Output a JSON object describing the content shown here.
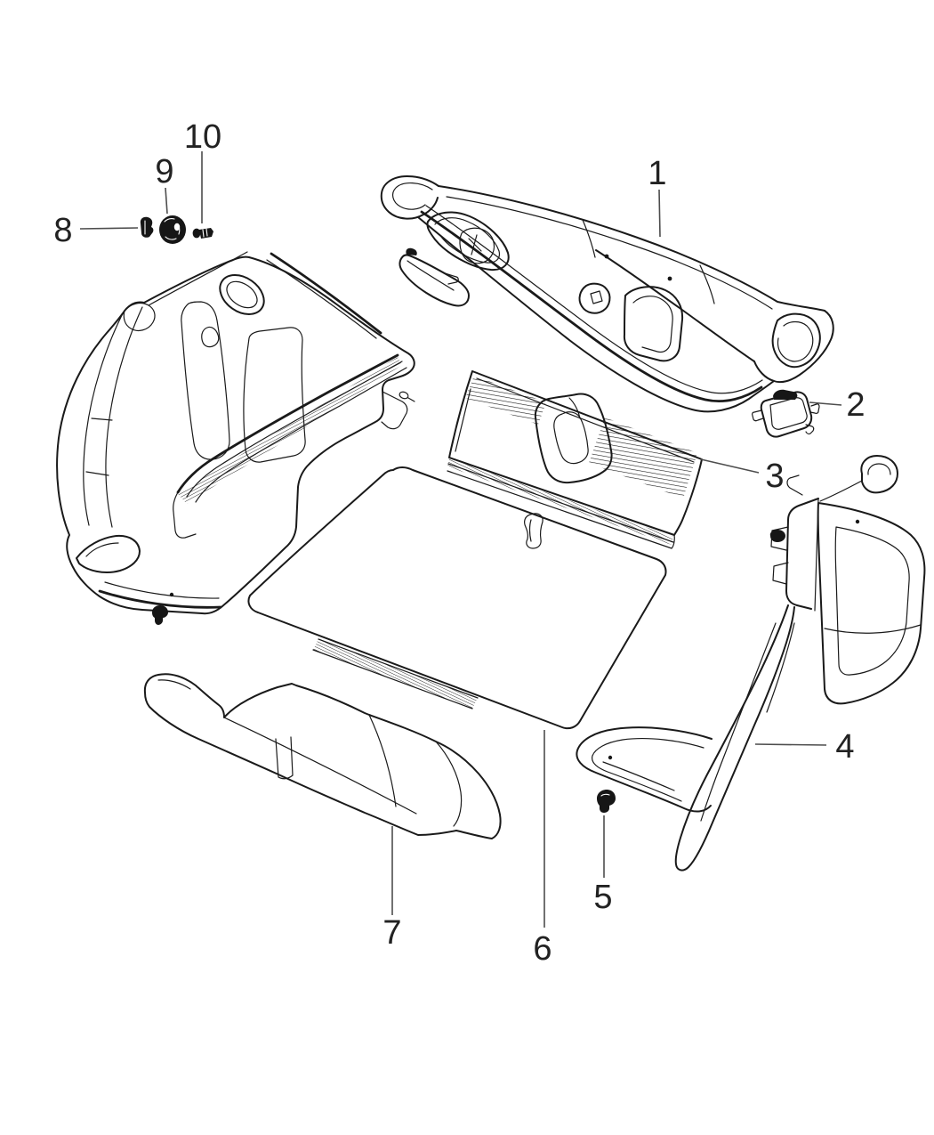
{
  "diagram": {
    "background_color": "#ffffff",
    "line_color": "#1a1a1a",
    "leader_color": "#4d4d4d",
    "callouts": [
      {
        "label": "1",
        "part_name": "trunk-lid-trim-panel"
      },
      {
        "label": "2",
        "part_name": "access-cover"
      },
      {
        "label": "3",
        "part_name": "sill-scuff-plate"
      },
      {
        "label": "4",
        "part_name": "right-quarter-trim-panel"
      },
      {
        "label": "5",
        "part_name": "push-pin-retainer"
      },
      {
        "label": "6",
        "part_name": "trunk-floor-carpet-mat"
      },
      {
        "label": "7",
        "part_name": "insulation-pad"
      },
      {
        "label": "8",
        "part_name": "retainer-clip"
      },
      {
        "label": "9",
        "part_name": "grommet-plug"
      },
      {
        "label": "10",
        "part_name": "screw-fastener"
      }
    ]
  }
}
